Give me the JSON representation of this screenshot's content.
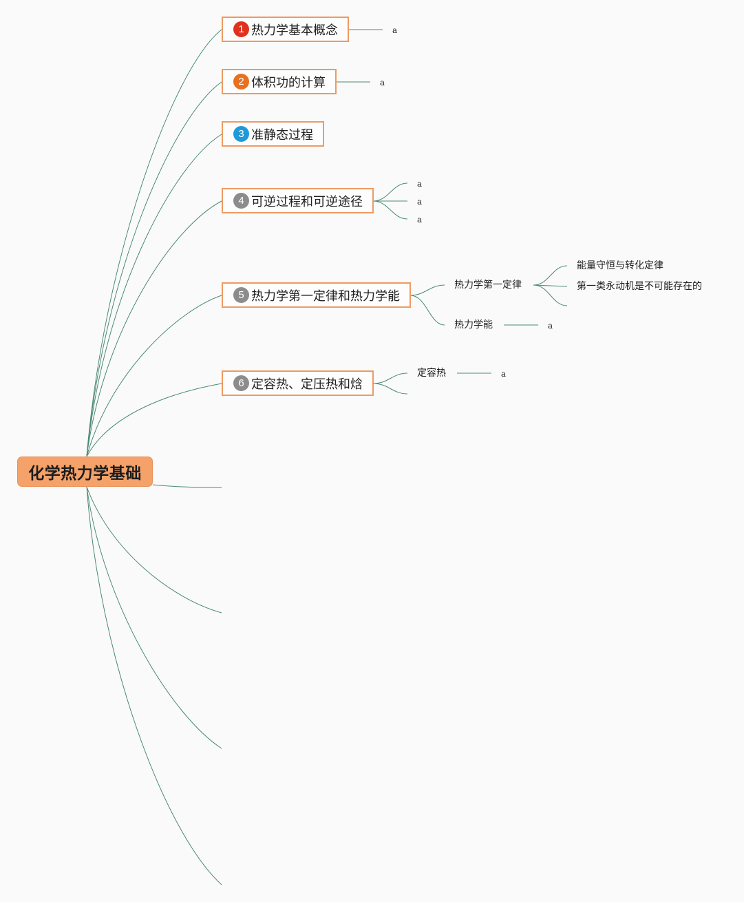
{
  "root": {
    "label": "化学热力学基础"
  },
  "colors": {
    "root_fill": "#f4a26a",
    "topic_border": "#ee9a62",
    "connector": "#4a8a74",
    "badge_1": "#e0301e",
    "badge_2": "#e8701e",
    "badge_3": "#1f9ad8",
    "badge_other": "#8c8c8c"
  },
  "topics": [
    {
      "num": "1",
      "label": "热力学基本概念",
      "badge_color": "#e0301e",
      "leaf": "a"
    },
    {
      "num": "2",
      "label": "体积功的计算",
      "badge_color": "#e8701e",
      "leaf": "a"
    },
    {
      "num": "3",
      "label": "准静态过程",
      "badge_color": "#1f9ad8"
    },
    {
      "num": "4",
      "label": "可逆过程和可逆途径",
      "badge_color": "#8c8c8c",
      "leaves": [
        "a",
        "a",
        "a"
      ]
    },
    {
      "num": "5",
      "label": "热力学第一定律和热力学能",
      "badge_color": "#8c8c8c",
      "children": [
        {
          "label": "热力学第一定律",
          "children": [
            "能量守恒与转化定律",
            "第一类永动机是不可能存在的"
          ]
        },
        {
          "label": "热力学能",
          "leaf": "a"
        }
      ]
    },
    {
      "num": "6",
      "label": "定容热、定压热和焓",
      "badge_color": "#8c8c8c",
      "children": [
        {
          "label": "定容热",
          "leaf": "a"
        }
      ]
    }
  ]
}
